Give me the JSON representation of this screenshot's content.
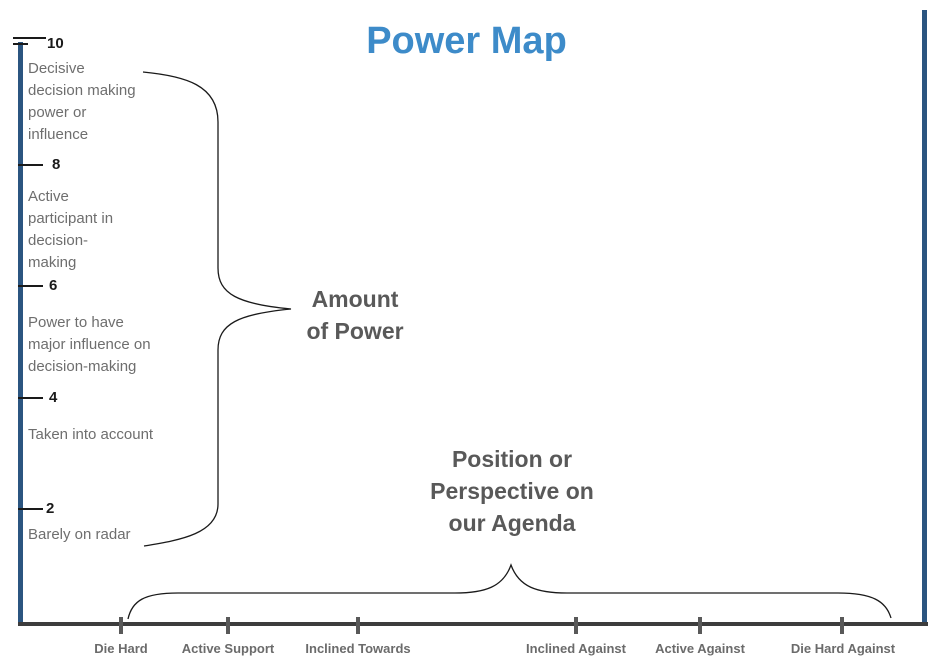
{
  "title": "Power Map",
  "y_axis": {
    "heading": "Amount\nof Power",
    "ticks": [
      {
        "value": "10",
        "label": "Decisive\ndecision making\npower or\ninfluence"
      },
      {
        "value": "8",
        "label": "Active\nparticipant in\ndecision-\nmaking"
      },
      {
        "value": "6",
        "label": "Power to have\nmajor influence on\ndecision-making"
      },
      {
        "value": "4",
        "label": "Taken into account"
      },
      {
        "value": "2",
        "label": "Barely on radar"
      }
    ]
  },
  "x_axis": {
    "heading": "Position or\nPerspective on\nour Agenda",
    "categories": [
      {
        "label": "Die Hard"
      },
      {
        "label": "Active Support"
      },
      {
        "label": "Inclined Towards"
      },
      {
        "label": "Inclined Against"
      },
      {
        "label": "Active Against"
      },
      {
        "label": "Die Hard Against"
      }
    ]
  },
  "colors": {
    "title_blue": "#3d8bc9",
    "axis_blue": "#2b5580",
    "axis_line_gray": "#3d3d3d",
    "tick_gray": "#595959",
    "label_gray": "#6e6e6e",
    "heading_gray": "#595959",
    "number_black": "#1a1a1a"
  }
}
